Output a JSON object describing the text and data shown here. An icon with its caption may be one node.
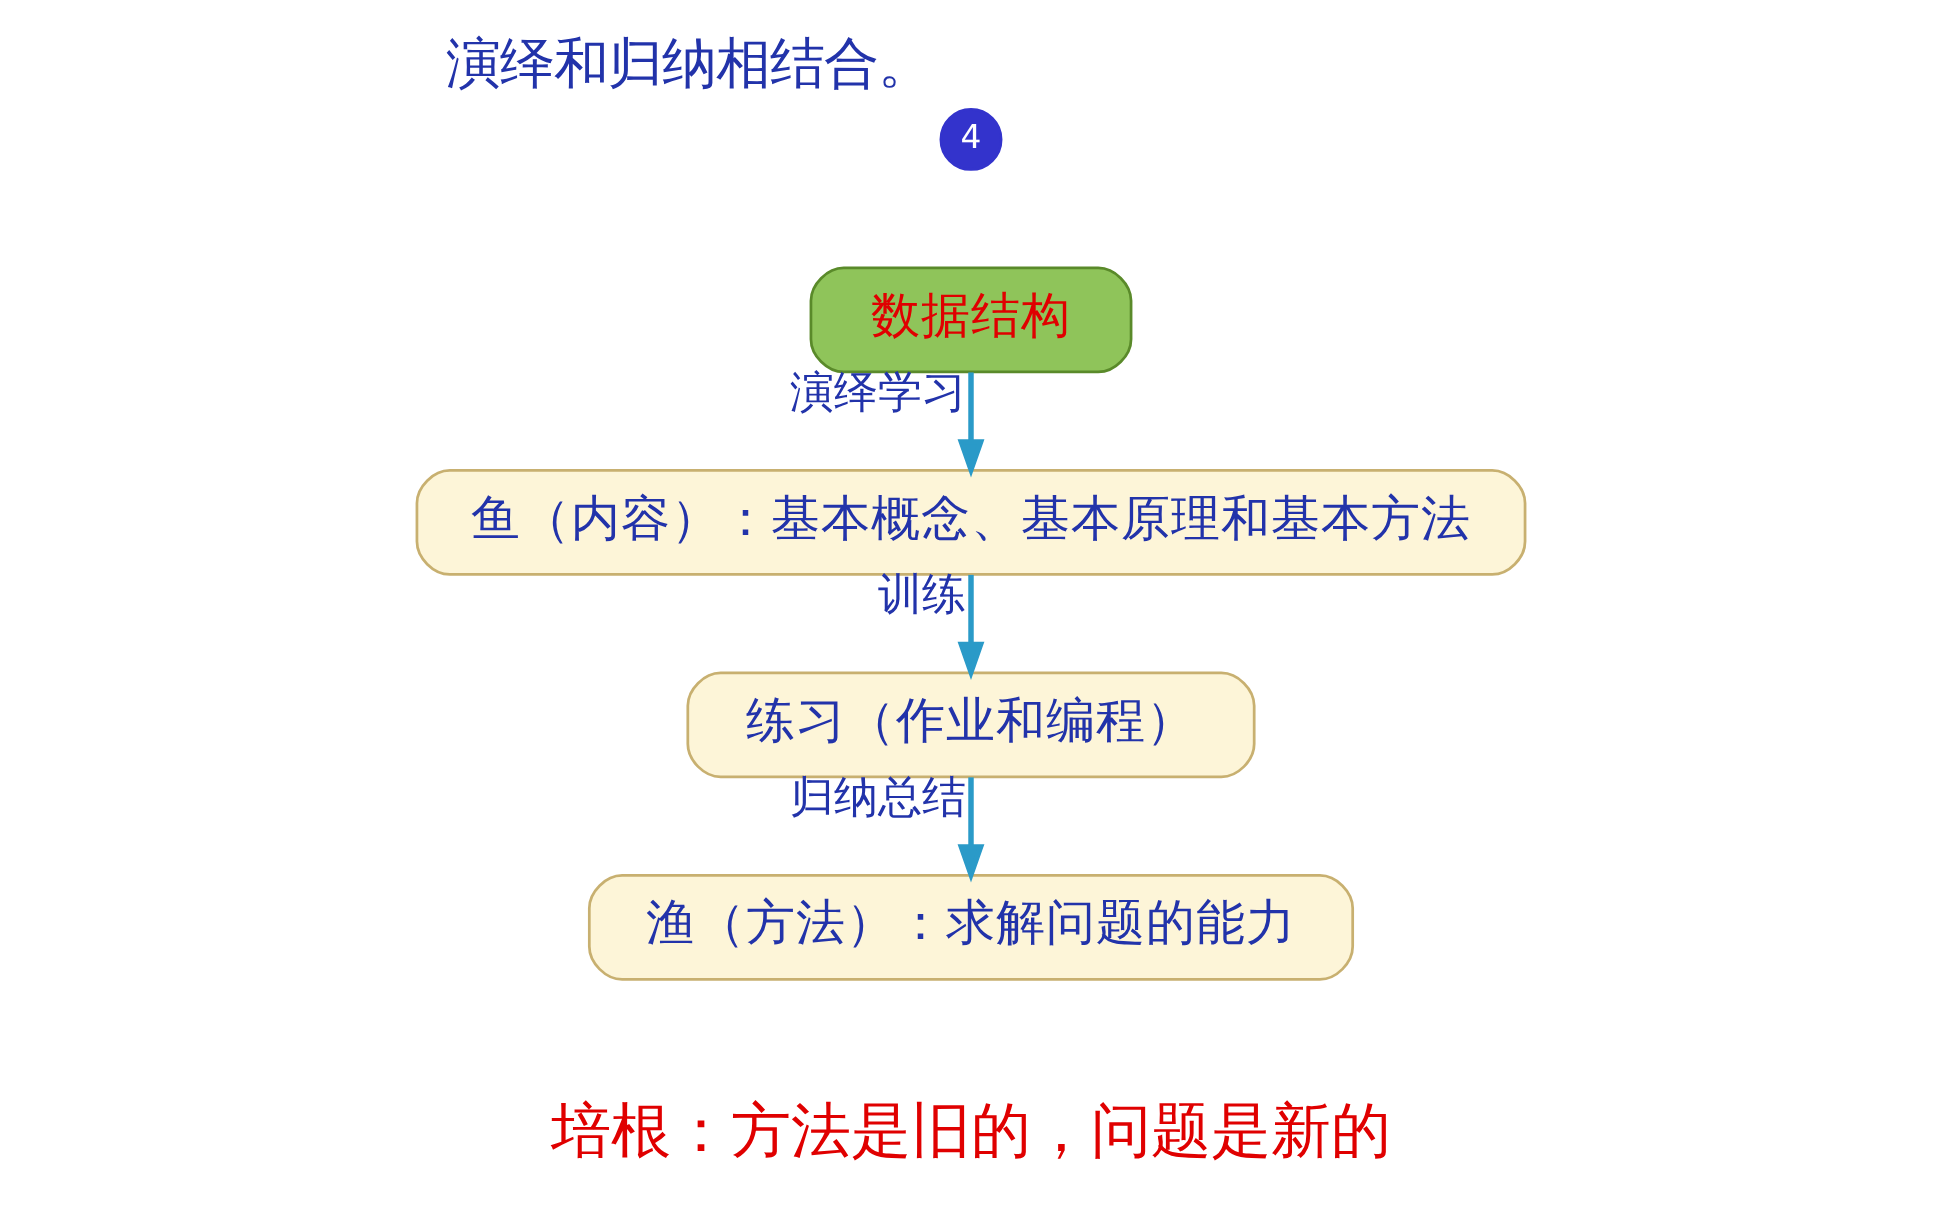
{
  "diagram": {
    "title": "演绎和归纳相结合。",
    "nodes": [
      {
        "text": [
          "数据结构"
        ]
      },
      {
        "text": [
          "鱼（内容）：基本概念、基本原理和基本方法"
        ]
      },
      {
        "text": [
          "练习（作业和编程）"
        ]
      },
      {
        "text": [
          "渔（方法）：求解问题的能力"
        ]
      }
    ],
    "edges": [
      {
        "from": 0,
        "to": 1,
        "arrow": "to",
        "label": "演绎学习"
      },
      {
        "from": 1,
        "to": 2,
        "arrow": "to",
        "label": "训练"
      },
      {
        "from": 2,
        "to": 3,
        "arrow": "to",
        "label": "归纳总结"
      }
    ],
    "labels": [
      "4",
      "培根：方法是旧的，问题是新的"
    ]
  }
}
